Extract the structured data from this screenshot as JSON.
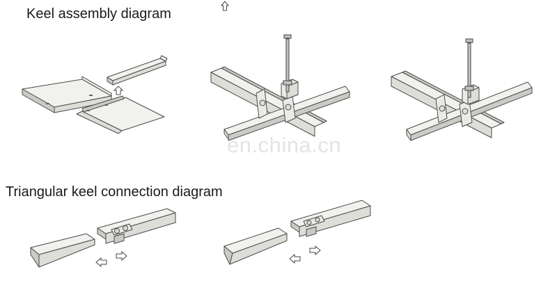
{
  "titles": {
    "assembly": "Keel assembly diagram",
    "connection": "Triangular keel connection diagram"
  },
  "watermark": "en.china.cn",
  "icons": {
    "arrow_up": "up-arrow-icon",
    "arrow_left": "left-arrow-icon",
    "arrow_right": "right-arrow-icon"
  },
  "colors": {
    "panel_light": "#f1f1ee",
    "panel_mid": "#dcded7",
    "panel_dark": "#c9ccc4",
    "outline": "#4a4a4a"
  }
}
